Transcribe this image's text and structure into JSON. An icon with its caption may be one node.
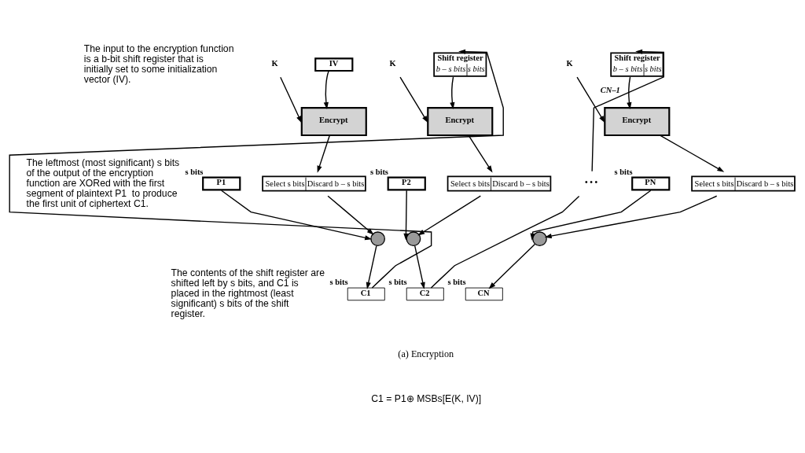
{
  "diagram": {
    "nodes": [
      {
        "text": [
          "IV"
        ]
      },
      {
        "text": [
          "Shift register",
          "b – s bits",
          "s bits"
        ]
      },
      {
        "text": [
          "Shift register",
          "b – s bits",
          "s bits"
        ]
      },
      {
        "text": [
          "K"
        ]
      },
      {
        "text": [
          "K"
        ]
      },
      {
        "text": [
          "K"
        ]
      },
      {
        "text": [
          "Encrypt"
        ]
      },
      {
        "text": [
          "Encrypt"
        ]
      },
      {
        "text": [
          "Encrypt"
        ]
      },
      {
        "text": [
          "Select s bits",
          "Discard b – s bits"
        ]
      },
      {
        "text": [
          "Select s bits",
          "Discard b – s bits"
        ]
      },
      {
        "text": [
          "Select s bits",
          "Discard b – s bits"
        ]
      },
      {
        "text": [
          "P1"
        ],
        "beside": [
          "s bits"
        ]
      },
      {
        "text": [
          "P2"
        ],
        "beside": [
          "s bits"
        ]
      },
      {
        "text": [
          "• • •"
        ]
      },
      {
        "text": [
          "PN"
        ],
        "beside": [
          "s bits"
        ]
      },
      {
        "text": [],
        "shape": "circle"
      },
      {
        "text": [],
        "shape": "circle"
      },
      {
        "text": [],
        "shape": "circle"
      },
      {
        "text": [
          "C1"
        ],
        "beside": [
          "s bits"
        ]
      },
      {
        "text": [
          "C2"
        ],
        "beside": [
          "s bits"
        ]
      },
      {
        "text": [
          "CN"
        ],
        "beside": [
          "s bits"
        ]
      }
    ],
    "edges": [
      {
        "from": 3,
        "to": 6,
        "arrow": "to"
      },
      {
        "from": 0,
        "to": 6,
        "arrow": "to"
      },
      {
        "from": 6,
        "to": 9,
        "arrow": "to"
      },
      {
        "from": 9,
        "to": 16,
        "arrow": "to"
      },
      {
        "from": 12,
        "to": 16,
        "arrow": "to"
      },
      {
        "from": 16,
        "to": 19,
        "arrow": "to"
      },
      {
        "from": 19,
        "to": 1,
        "arrow": "to"
      },
      {
        "from": 4,
        "to": 7,
        "arrow": "to"
      },
      {
        "from": 1,
        "to": 7,
        "arrow": "to"
      },
      {
        "from": 7,
        "to": 10,
        "arrow": "to"
      },
      {
        "from": 10,
        "to": 17,
        "arrow": "to"
      },
      {
        "from": 13,
        "to": 17,
        "arrow": "to"
      },
      {
        "from": 17,
        "to": 20,
        "arrow": "to"
      },
      {
        "from": 20,
        "to": 14,
        "arrow": "none"
      },
      {
        "from": 14,
        "to": 2,
        "arrow": "to",
        "label": "CN–1"
      },
      {
        "from": 5,
        "to": 8,
        "arrow": "to"
      },
      {
        "from": 2,
        "to": 8,
        "arrow": "to"
      },
      {
        "from": 8,
        "to": 11,
        "arrow": "to"
      },
      {
        "from": 11,
        "to": 18,
        "arrow": "to"
      },
      {
        "from": 15,
        "to": 18,
        "arrow": "to"
      },
      {
        "from": 18,
        "to": 21,
        "arrow": "to"
      }
    ],
    "labels": [
      "The input to the encryption function is a b-bit shift register that is initially set to some initialization vector (IV).",
      "The leftmost (most significant) s bits of the output of the encryption function are XORed with the first segment of plaintext P1  to produce the first unit of ciphertext C1.",
      "The contents of the shift register are shifted left by s bits, and C1 is placed in the rightmost (least significant) s bits of the shift register.",
      "(a) Encryption",
      "C1 = P1⊕ MSBs[E(K, IV)]"
    ]
  }
}
